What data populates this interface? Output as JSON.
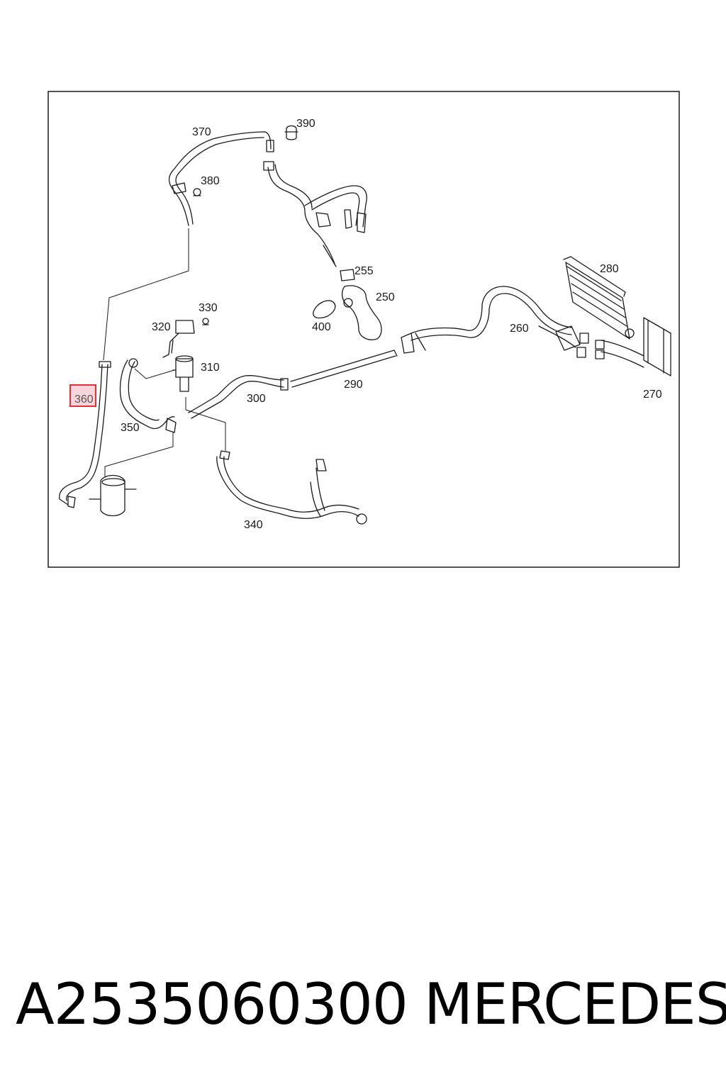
{
  "diagram": {
    "callouts": [
      "370",
      "390",
      "380",
      "255",
      "250",
      "400",
      "280",
      "330",
      "320",
      "310",
      "260",
      "290",
      "300",
      "270",
      "360",
      "350",
      "340"
    ],
    "highlighted_callout": "360",
    "colors": {
      "highlight_border": "#e0303a",
      "highlight_fill": "#f7d5d8",
      "line": "#1a1a1a"
    }
  },
  "footer": {
    "part_number": "A2535060300",
    "brand": "MERCEDES"
  }
}
